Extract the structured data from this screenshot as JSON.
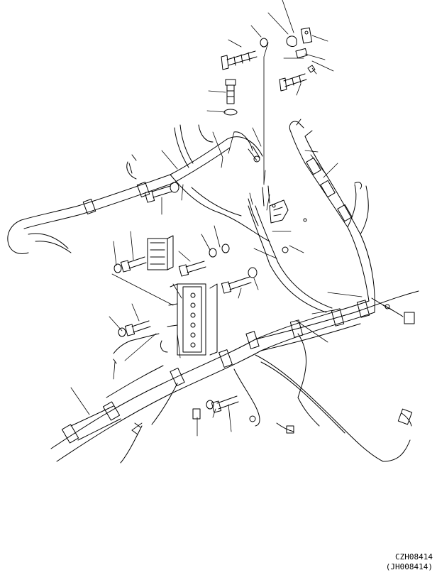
{
  "drawing": {
    "ref_code": "CZH08414",
    "ref_code_alt": "(JH008414)",
    "parts": [
      "bolt",
      "washer",
      "bolt",
      "washer",
      "bolt",
      "washer",
      "bolt",
      "washer",
      "bolt",
      "washer",
      "bolt",
      "washer",
      "bolt",
      "terminal-cover",
      "clip",
      "harness-clamp",
      "bracket",
      "terminal-block",
      "sensor",
      "connector",
      "main-harness",
      "sub-harness",
      "relay",
      "fuse",
      "cable-band",
      "grommet",
      "plate",
      "bolt",
      "spacer",
      "clamp",
      "harness-clip"
    ],
    "colors": {
      "line": "#000000",
      "background": "#ffffff"
    }
  }
}
